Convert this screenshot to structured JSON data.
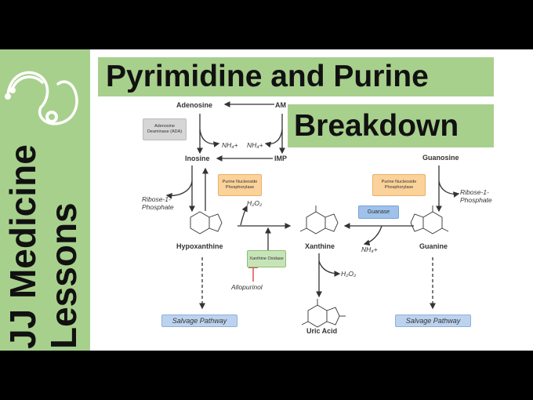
{
  "title": {
    "line1": "Pyrimidine and Purine",
    "line2": "Breakdown"
  },
  "brand": {
    "line1": "JJ Medicine",
    "line2": "Lessons"
  },
  "nodes": {
    "adenosine": "Adenosine",
    "amp": "AM",
    "inosine": "Inosine",
    "imp": "IMP",
    "hypoxanthine": "Hypoxanthine",
    "xanthine": "Xanthine",
    "uric_acid": "Uric Acid",
    "guanosine": "Guanosine",
    "guanine": "Guanine"
  },
  "enzymes": {
    "ada": "Adenosine Deaminase (ADA)",
    "pnp_left": "Purine Nucleoside Phosphorylase",
    "pnp_right": "Purine Nucleoside Phosphorylase",
    "xanthine_oxidase": "Xanthine Oxidase",
    "guanase": "Guanase"
  },
  "byproducts": {
    "nh4_1": "NH₄+",
    "nh4_2": "NH₄+",
    "nh4_3": "NH₄+",
    "ribose_left": "Ribose-1-Phosphate",
    "ribose_right": "Ribose-1-Phosphate",
    "h2o2_1": "H₂O₂",
    "h2o2_2": "H₂O₂",
    "allopurinol": "Allopurinol"
  },
  "salvage": {
    "left": "Salvage Pathway",
    "right": "Salvage Pathway"
  },
  "colors": {
    "sidebar": "#a8d08d",
    "inhibit": "#d9534f"
  }
}
